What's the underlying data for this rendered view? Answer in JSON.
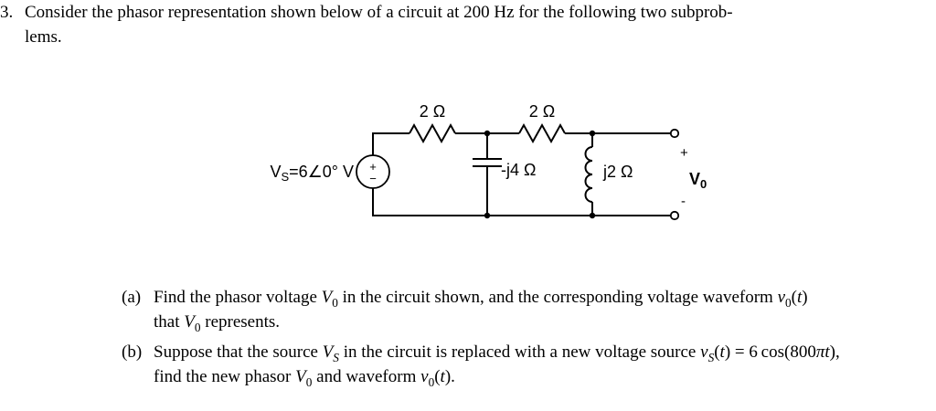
{
  "problem": {
    "number": "3.",
    "line1": "Consider the phasor representation shown below of a circuit at 200 Hz for the following two subprob-",
    "line2": "lems."
  },
  "circuit": {
    "source": {
      "v": "V",
      "sub": "S",
      "rest": "=6∠0° V"
    },
    "source_plus": "+",
    "source_minus": "−",
    "resistor1_label": "2 Ω",
    "resistor2_label": "2 Ω",
    "capacitor_label": "-j4 Ω",
    "inductor_label": "j2 Ω",
    "output_plus": "+",
    "output_minus": "-",
    "output": {
      "v": "V",
      "sub": "0"
    }
  },
  "parts": {
    "a": {
      "label": "(a)",
      "line1_html": "Find the phasor voltage <i>V</i><sub>0</sub> in the circuit shown, and the corresponding voltage waveform <i>v</i><sub>0</sub>(<i>t</i>)",
      "line2_html": "that <i>V</i><sub>0</sub> represents."
    },
    "b": {
      "label": "(b)",
      "line1_html": "Suppose that the source <i>V</i><sub><i>S</i></sub> in the circuit is replaced with a new voltage source <i>v</i><sub><i>S</i></sub>(<i>t</i>) = 6 cos(800<i>πt</i>),",
      "line2_html": "find the new phasor <i>V</i><sub>0</sub> and waveform <i>v</i><sub>0</sub>(<i>t</i>)."
    }
  }
}
